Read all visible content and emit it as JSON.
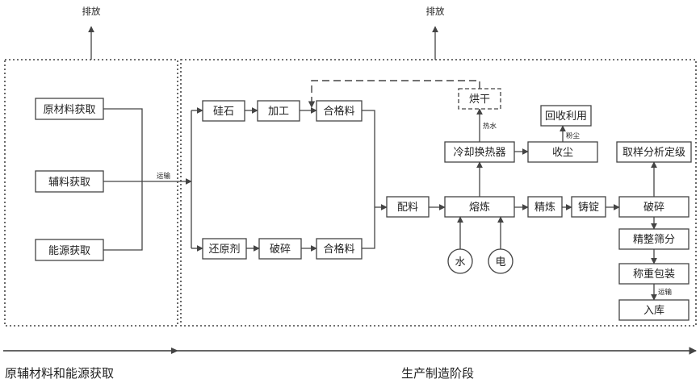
{
  "top_labels": {
    "emission_left": "排放",
    "emission_right": "排放"
  },
  "raw_materials": {
    "primary": "原材料获取",
    "auxiliary": "辅料获取",
    "energy": "能源获取"
  },
  "transport_label": "运输",
  "upper_branch": {
    "silica": "硅石",
    "processing": "加工",
    "qualified": "合格料"
  },
  "lower_branch": {
    "reductant": "还原剂",
    "crushing": "破碎",
    "qualified": "合格料"
  },
  "drying": "烘干",
  "hot_water_label": "热水",
  "recycle": "回收利用",
  "dust_label": "粉尘",
  "cooling": "冷却换热器",
  "dust_collection": "收尘",
  "batching": "配料",
  "smelting": "熔炼",
  "refining": "精炼",
  "ingot_casting": "铸锭",
  "crush_final": "破碎",
  "sampling": "取样分析定级",
  "screening": "精整筛分",
  "packing": "称重包装",
  "transport_label_2": "运输",
  "warehousing": "入库",
  "sources": {
    "water": "水",
    "electricity": "电"
  },
  "phases": {
    "stage_1": "原辅材料和能源获取",
    "stage_2": "生产制造阶段"
  }
}
